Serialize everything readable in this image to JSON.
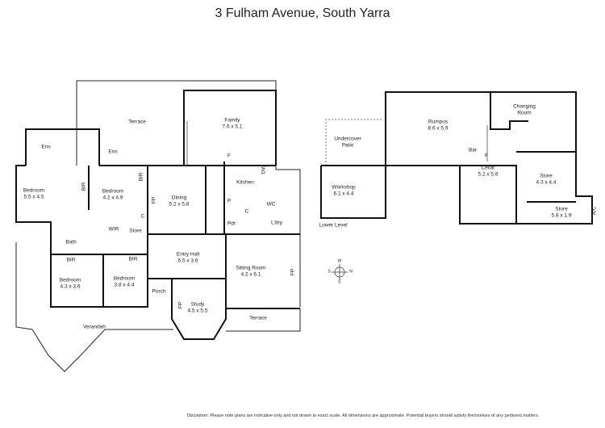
{
  "title": "3 Fulham Avenue, South Yarra",
  "disclaimer": "Disclaimer: Please note plans are indicative only and not drawn to exact scale. All dimensions are approximate. Potential buyers should satisfy themselves of any pertinent matters.",
  "main_level": {
    "terrace_rear": "Terrace",
    "family": {
      "name": "Family",
      "dims": "7.6 x 5.1"
    },
    "ens1": "Ens",
    "ens2": "Ens",
    "bedroom1": {
      "name": "Bedroom",
      "dims": "5.5 x 4.5"
    },
    "bir1": "BIR",
    "bedroom2": {
      "name": "Bedroom",
      "dims": "4.2 x 4.9"
    },
    "bir2": "BIR",
    "fp_dining": "FP",
    "dining": {
      "name": "Dining",
      "dims": "5.2 x 5.8"
    },
    "kitchen": "Kitchen",
    "dw": "DW",
    "f": "F",
    "p": "P",
    "wc": "WC",
    "pdr": "Pdr",
    "c_pdr": "C",
    "c_hall": "C",
    "laundry": "L'dry",
    "wir": "WIR",
    "store": "Store",
    "bath": "Bath",
    "bir3": "BIR",
    "bir4": "BIR",
    "entry_hall": {
      "name": "Entry Hall",
      "dims": "6.5 x 3.6"
    },
    "sitting_room": {
      "name": "Sitting Room",
      "dims": "4.2 x 6.1"
    },
    "fp_sitting": "FP",
    "bedroom3": {
      "name": "Bedroom",
      "dims": "4.3 x 3.6"
    },
    "bedroom4": {
      "name": "Bedroom",
      "dims": "3.8 x 4.4"
    },
    "porch": "Porch",
    "fp_study": "FP",
    "study": {
      "name": "Study",
      "dims": "4.5 x 5.5"
    },
    "terrace_front": "Terrace",
    "verandah": "Verandah"
  },
  "lower_level": {
    "label": "Lower Level",
    "undercover_patio": {
      "line1": "Undercover",
      "line2": "Patio"
    },
    "rumpus": {
      "name": "Rumpus",
      "dims": "8.6 x 5.9"
    },
    "changing_room": {
      "line1": "Changing",
      "line2": "Room"
    },
    "bar": "Bar",
    "f": "F",
    "workshop": {
      "name": "Workshop",
      "dims": "6.1 x 4.4"
    },
    "cellar": {
      "name": "Cellar",
      "dims": "5.2 x 5.8"
    },
    "store1": {
      "name": "Store",
      "dims": "4.3 x 4.4"
    },
    "store2": {
      "name": "Store",
      "dims": "5.8 x 1.9"
    },
    "ac": "A/C"
  },
  "compass": {
    "w": "W",
    "n": "N",
    "e": "E",
    "s": "S"
  }
}
